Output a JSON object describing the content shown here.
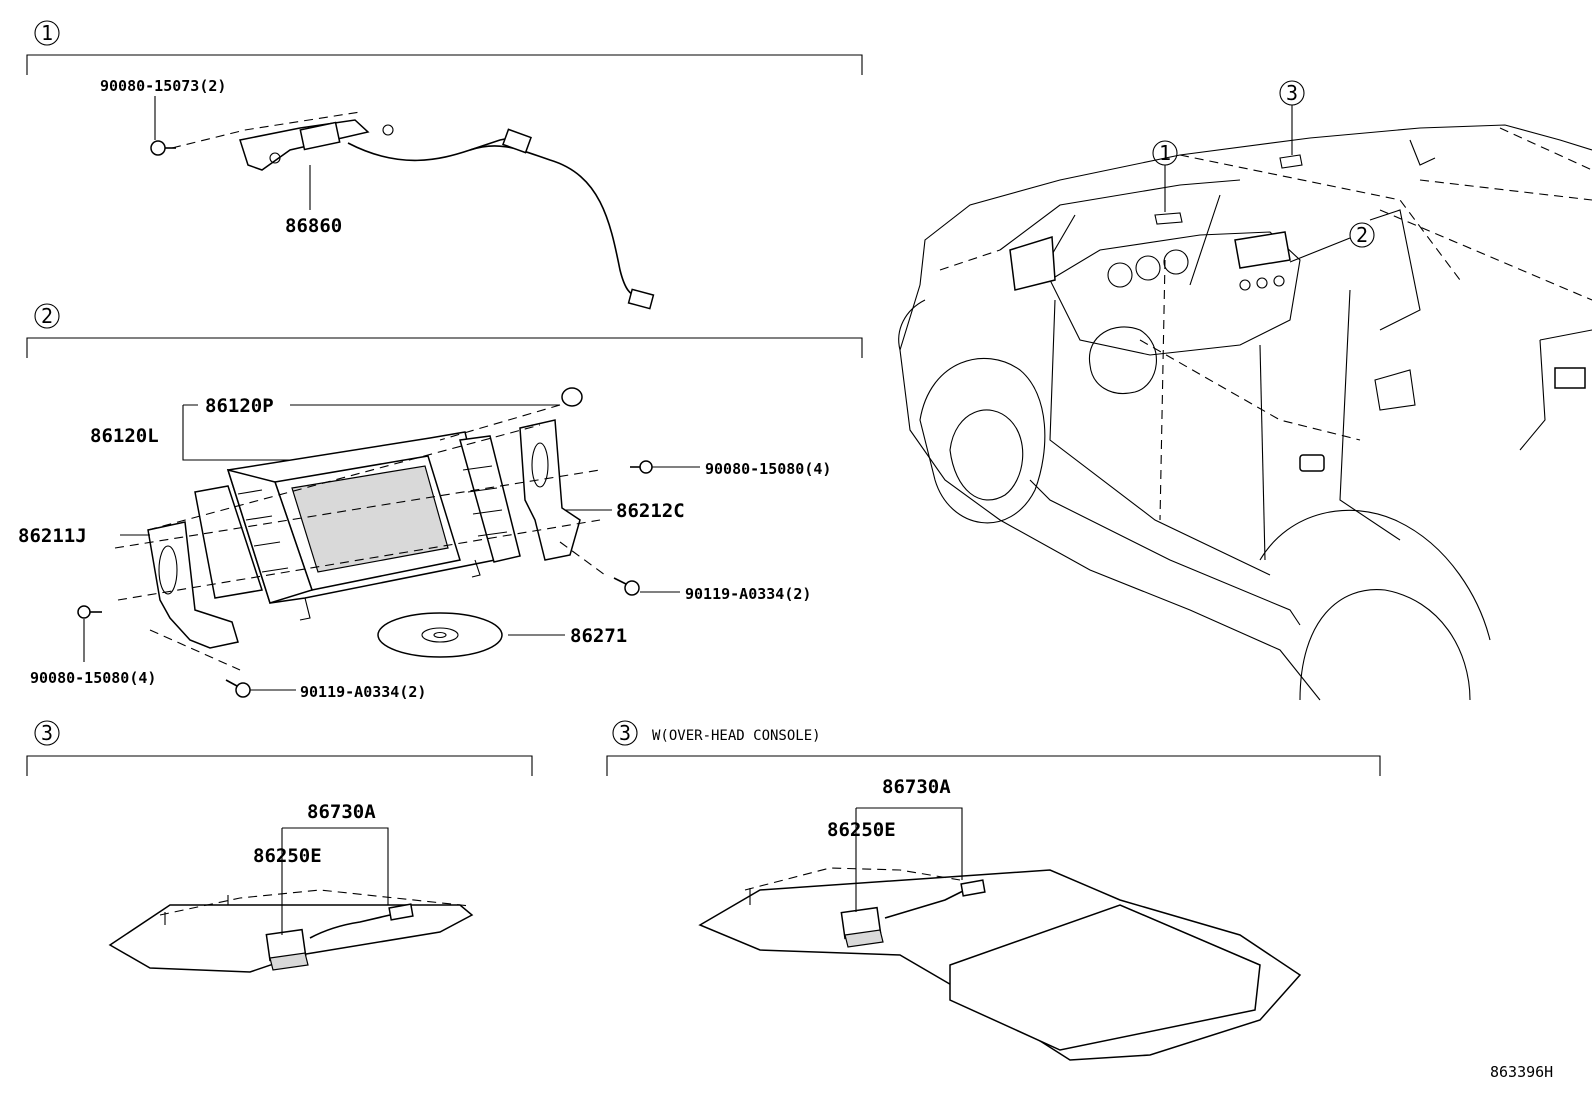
{
  "sections": [
    {
      "number": "1",
      "parts": [
        "90080-15073(2)",
        "86860"
      ]
    },
    {
      "number": "2",
      "parts": [
        "86120P",
        "86120L",
        "90080-15080(4)",
        "86212C",
        "86211J",
        "90119-A0334(2)",
        "86271",
        "90080-15080(4)",
        "90119-A0334(2)"
      ]
    },
    {
      "number": "3",
      "parts": [
        "86730A",
        "86250E"
      ]
    },
    {
      "number": "3",
      "note": "W(OVER-HEAD CONSOLE)",
      "parts": [
        "86730A",
        "86250E"
      ]
    }
  ],
  "vehicle_callouts": [
    "1",
    "2",
    "3"
  ],
  "diagram_ref": "863396H"
}
